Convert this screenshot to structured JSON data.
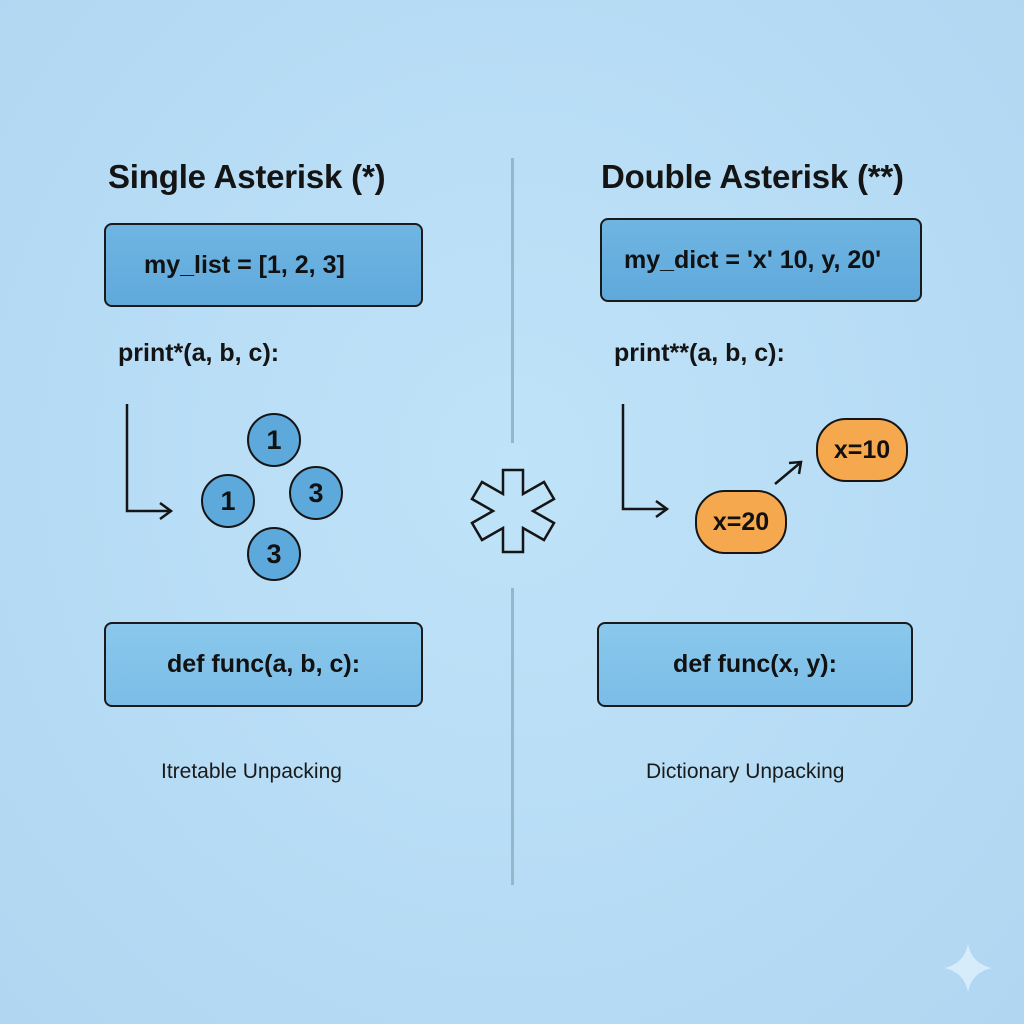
{
  "left_panel": {
    "title": "Single Asterisk (*)",
    "definition": "my_list = [1, 2, 3]",
    "call": "print*(a, b, c):",
    "unpacked_items": [
      {
        "label": "1",
        "position": "top"
      },
      {
        "label": "1",
        "position": "left"
      },
      {
        "label": "3",
        "position": "right"
      },
      {
        "label": "3",
        "position": "bottom"
      }
    ],
    "function_signature": "def func(a, b, c):",
    "caption": "Itretable Unpacking"
  },
  "right_panel": {
    "title": "Double Asterisk (**)",
    "definition": "my_dict = 'x' 10, y, 20'",
    "call": "print**(a, b, c):",
    "unpacked_items": [
      {
        "label": "x=20",
        "position": "lower-left"
      },
      {
        "label": "x=10",
        "position": "upper-right"
      }
    ],
    "function_signature": "def func(x, y):",
    "caption": "Dictionary Unpacking"
  },
  "center": {
    "icon": "asterisk-outline-icon"
  },
  "corner": {
    "icon": "sparkle-icon"
  },
  "colors": {
    "background": "#b7dcf5",
    "box_top_fill": "#62abdc",
    "box_bottom_fill": "#84c3ea",
    "circle_fill": "#5ea9dc",
    "pill_fill": "#f6a84e",
    "divider": "#95b7cc",
    "outline": "#151515"
  }
}
